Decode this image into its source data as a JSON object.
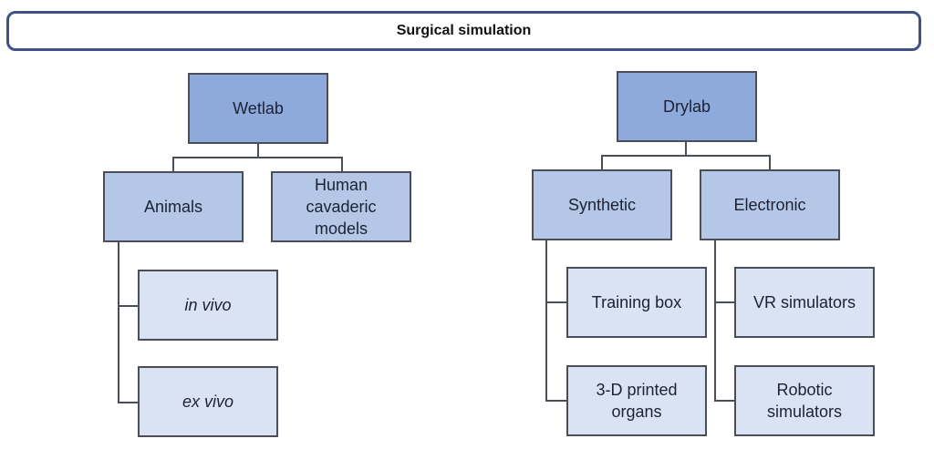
{
  "title": "Surgical simulation",
  "colors": {
    "border_header": "#3e5285",
    "level1_fill": "#8eaadc",
    "level2_fill": "#b4c7e7",
    "level3_fill": "#dae3f3",
    "connector": "#4a4e57"
  },
  "wetlab": {
    "label": "Wetlab",
    "animals": {
      "label": "Animals",
      "children": [
        "in vivo",
        "ex vivo"
      ]
    },
    "human": {
      "label": "Human cavaderic models"
    }
  },
  "drylab": {
    "label": "Drylab",
    "synthetic": {
      "label": "Synthetic",
      "children": [
        "Training box",
        "3-D printed organs"
      ]
    },
    "electronic": {
      "label": "Electronic",
      "children": [
        "VR simulators",
        "Robotic simulators"
      ]
    }
  }
}
